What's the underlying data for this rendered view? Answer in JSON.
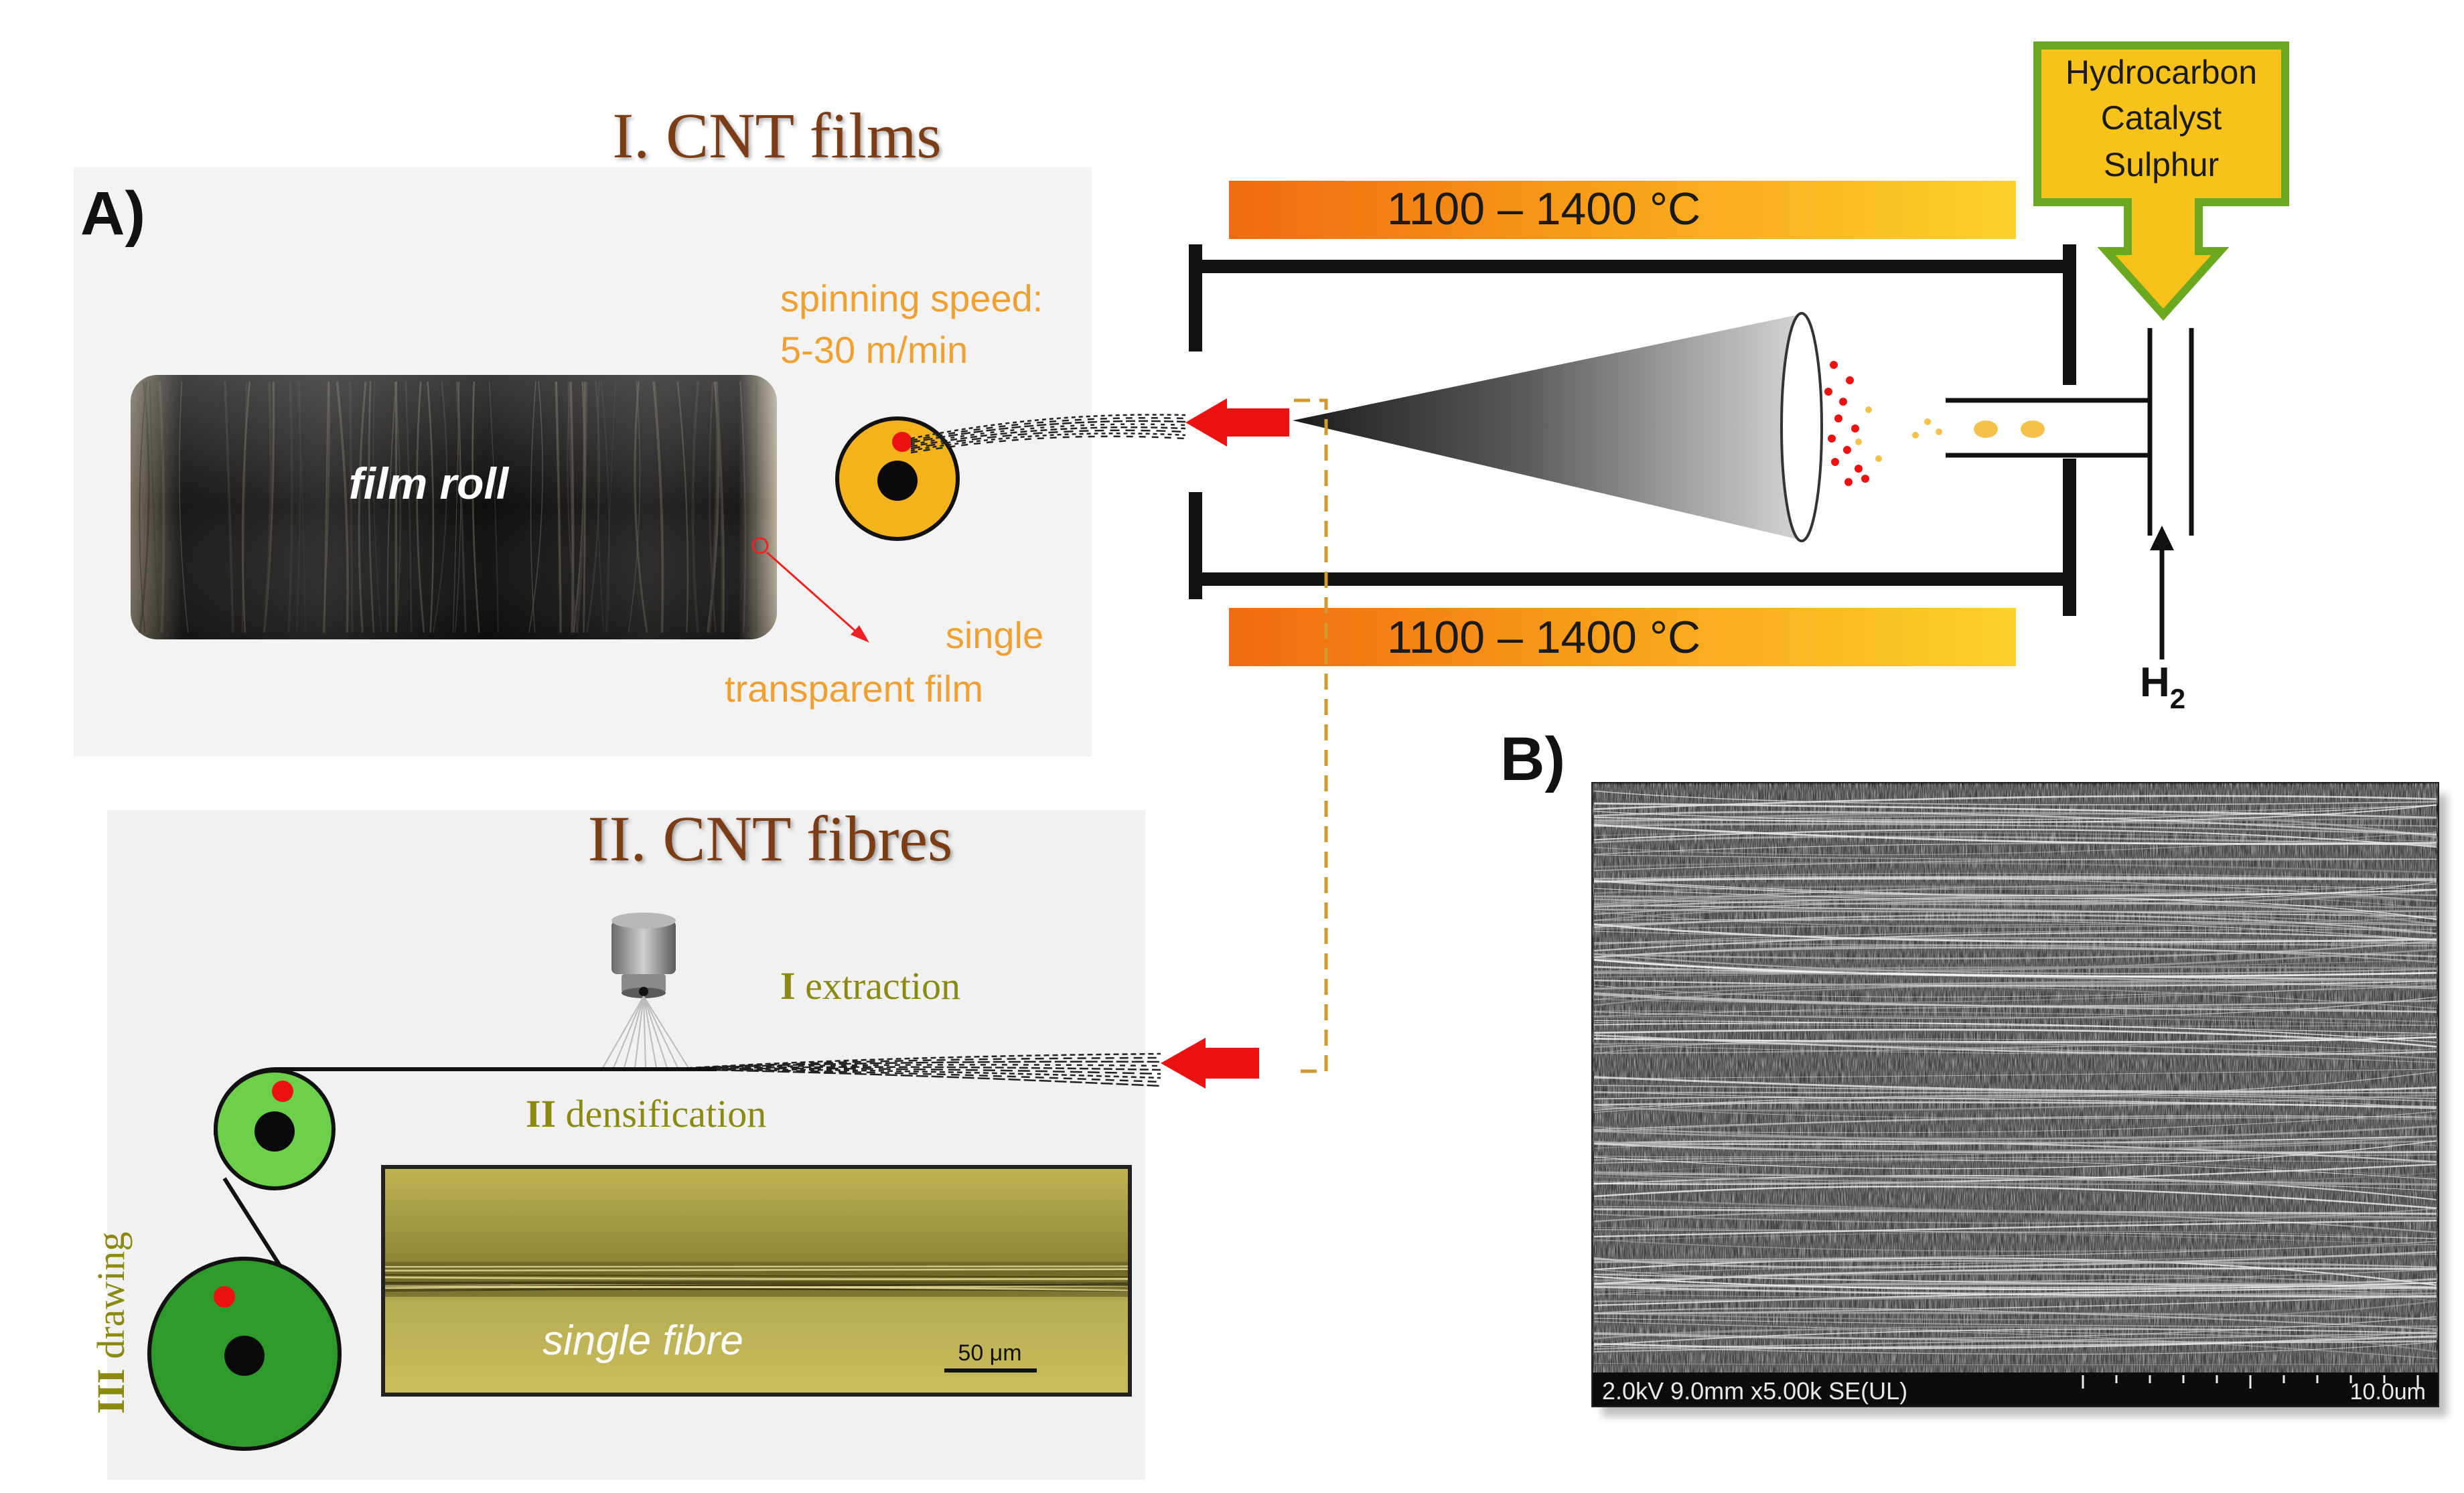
{
  "panel_a": {
    "label": "A)",
    "films_title": "I. CNT films",
    "film_roll_label": "film roll",
    "spinning_speed_line1": "spinning speed:",
    "spinning_speed_line2": "5-30 m/min",
    "single_film_line1": "single",
    "single_film_line2": "transparent film",
    "temp_top": "1100 – 1400 °C",
    "temp_bottom": "1100 – 1400 °C",
    "feed_line1": "Hydrocarbon",
    "feed_line2": "Catalyst",
    "feed_line3": "Sulphur",
    "gas_main": "H",
    "gas_sub": "2",
    "fibres_title": "II. CNT fibres",
    "step_extraction_num": "I",
    "step_extraction": " extraction",
    "step_densification_num": "II",
    "step_densification": " densification",
    "step_drawing_num": "III",
    "step_drawing": " drawing",
    "single_fibre_label": "single fibre",
    "scale_bar_label": "50 μm"
  },
  "panel_b": {
    "label": "B)",
    "sem_info": "2.0kV 9.0mm x5.00k SE(UL)",
    "sem_scale": "10.0um"
  },
  "colors": {
    "title_brown": "#7a3e12",
    "orange_text": "#f0a030",
    "olive_text": "#8a8a10",
    "yellow_box": "#f7c21a",
    "green_border": "#6aa820",
    "arrow_red": "#ee1111",
    "spool_orange": "#f4b31a",
    "spool_light_green": "#6cd04a",
    "spool_dark_green": "#2f9a2c",
    "dash_orange": "#d29a2e",
    "furnace_black": "#111111"
  },
  "icons": {
    "spool": "spool-icon",
    "arrow": "arrow-left-icon",
    "nozzle": "nozzle-icon"
  }
}
